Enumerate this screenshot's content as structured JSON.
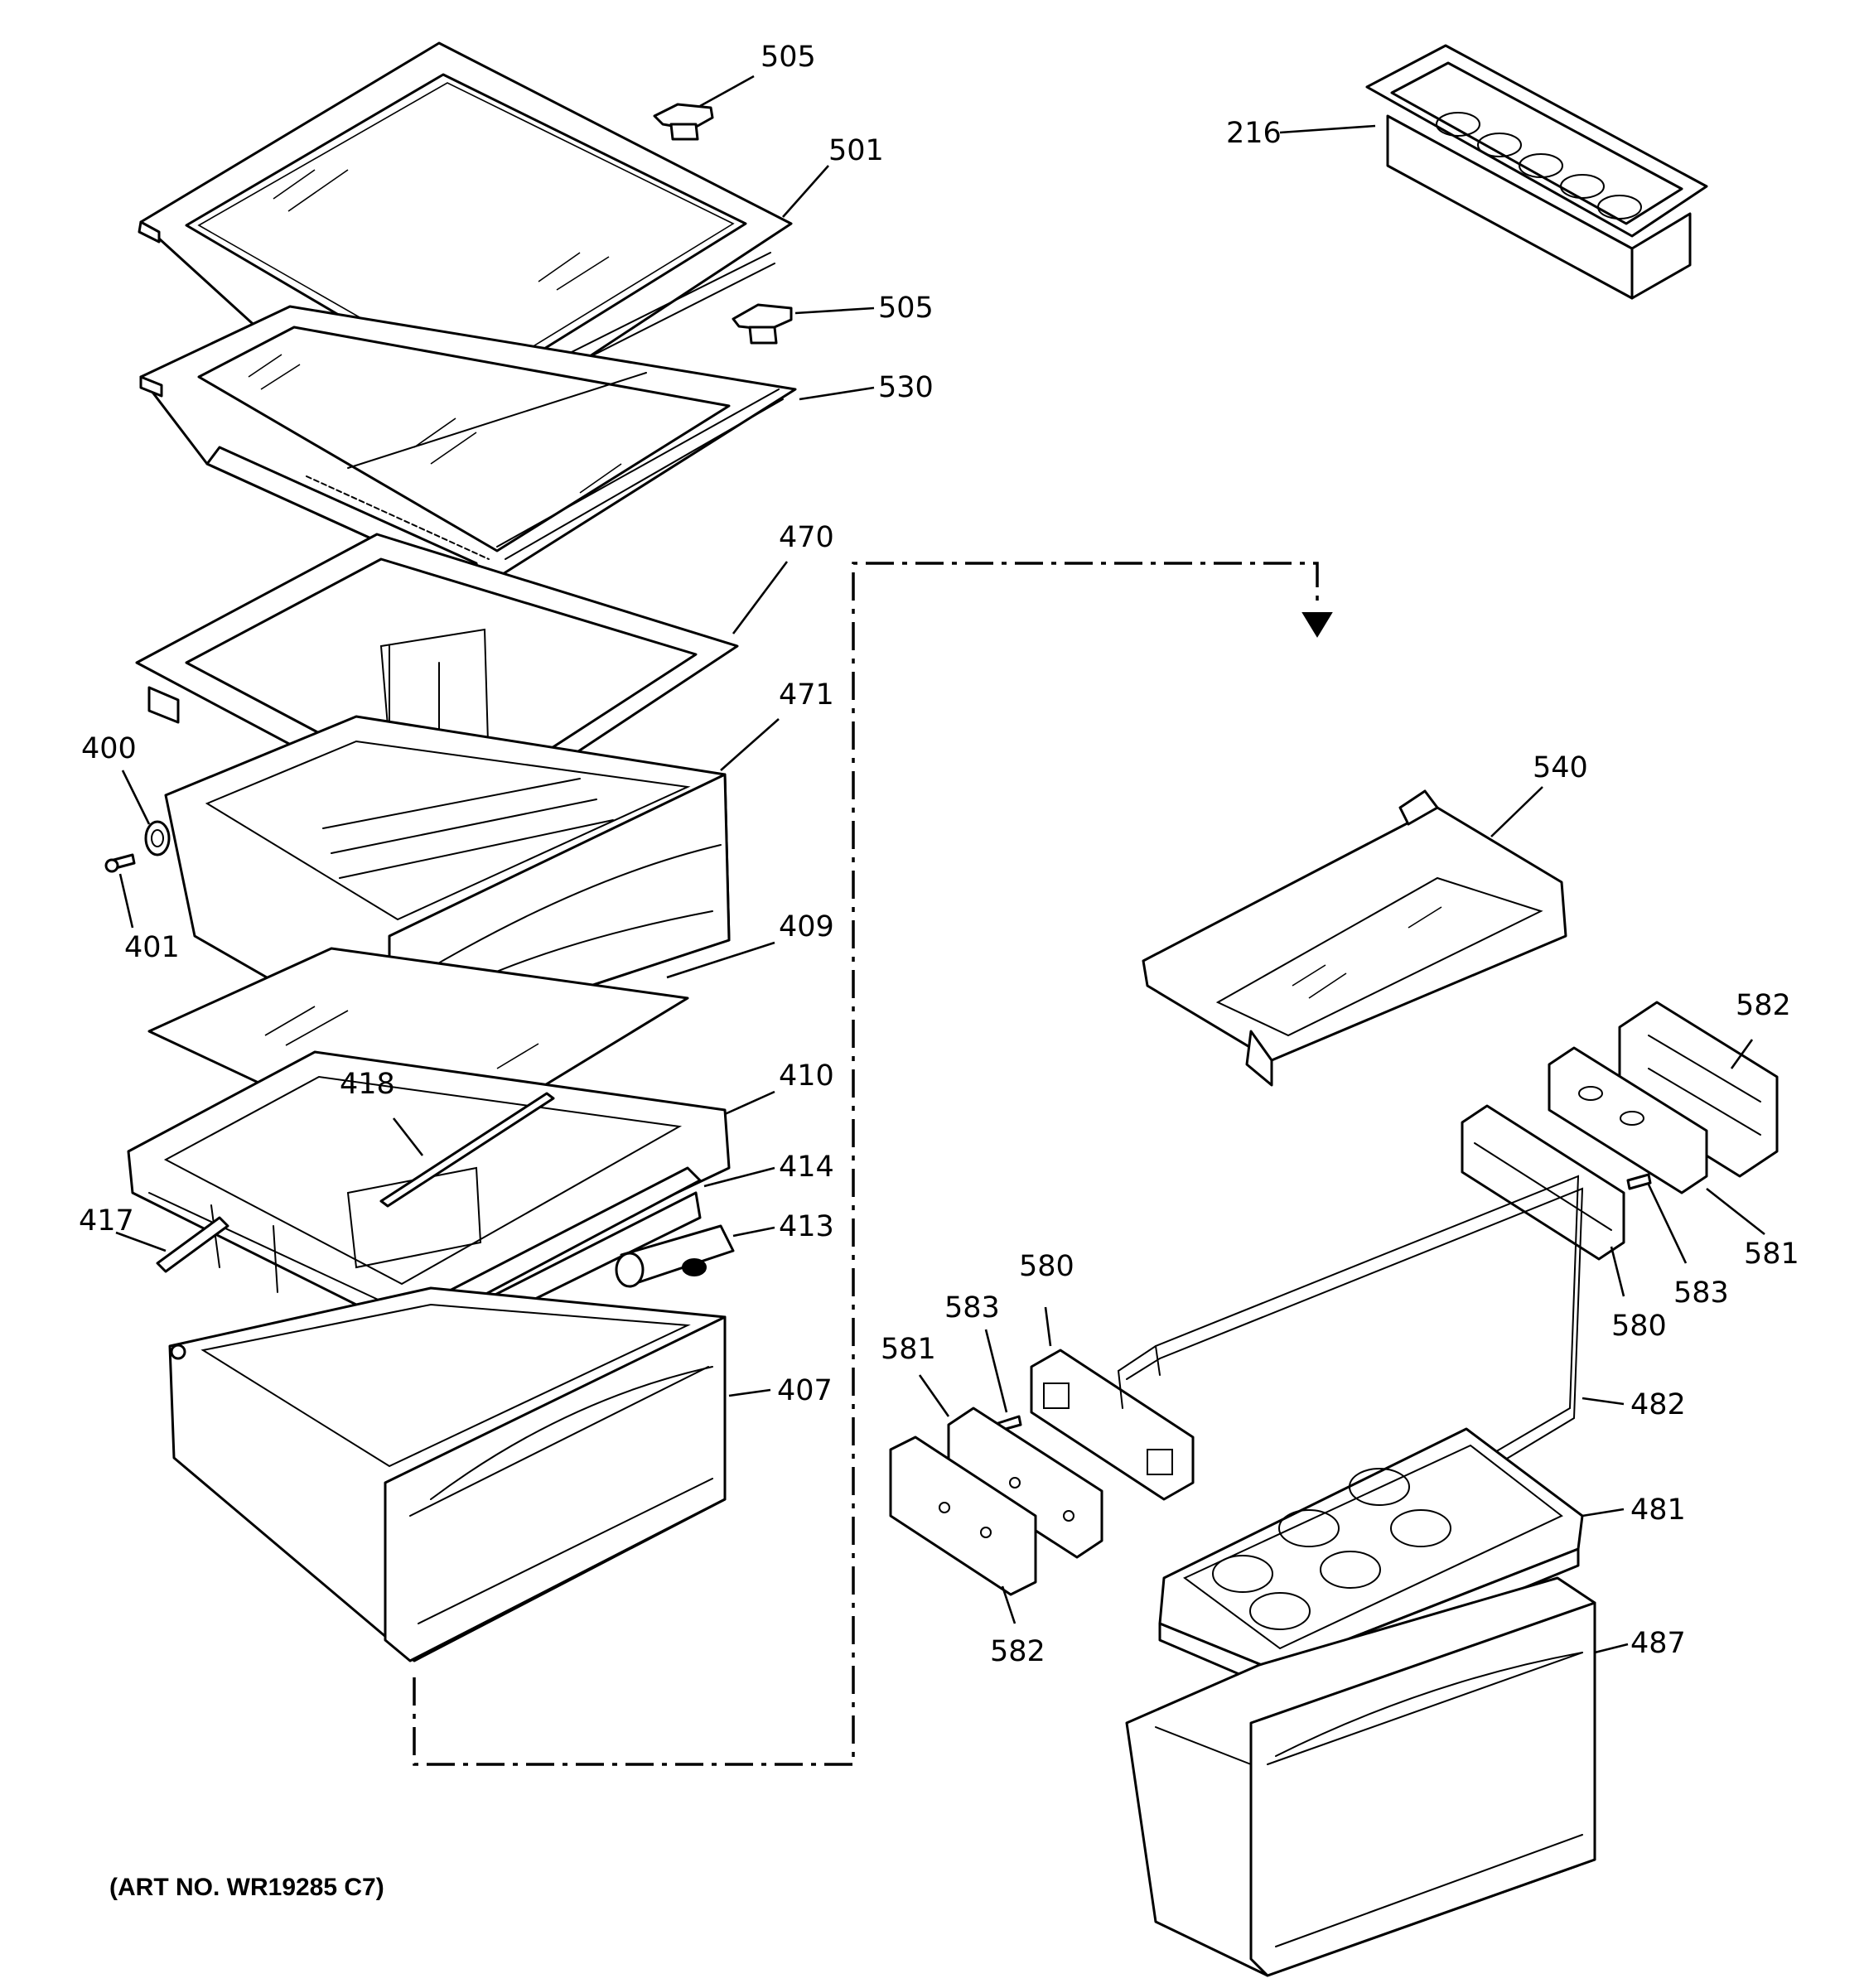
{
  "art_number": "(ART NO. WR19285 C7)",
  "callouts": [
    {
      "id": "505-top",
      "label": "505"
    },
    {
      "id": "501",
      "label": "501"
    },
    {
      "id": "505-mid",
      "label": "505"
    },
    {
      "id": "530",
      "label": "530"
    },
    {
      "id": "216",
      "label": "216"
    },
    {
      "id": "470",
      "label": "470"
    },
    {
      "id": "471",
      "label": "471"
    },
    {
      "id": "400",
      "label": "400"
    },
    {
      "id": "401",
      "label": "401"
    },
    {
      "id": "409",
      "label": "409"
    },
    {
      "id": "418",
      "label": "418"
    },
    {
      "id": "410",
      "label": "410"
    },
    {
      "id": "414",
      "label": "414"
    },
    {
      "id": "417",
      "label": "417"
    },
    {
      "id": "413",
      "label": "413"
    },
    {
      "id": "407",
      "label": "407"
    },
    {
      "id": "540",
      "label": "540"
    },
    {
      "id": "582-right",
      "label": "582"
    },
    {
      "id": "581-right",
      "label": "581"
    },
    {
      "id": "583-right",
      "label": "583"
    },
    {
      "id": "580-right",
      "label": "580"
    },
    {
      "id": "580-left",
      "label": "580"
    },
    {
      "id": "583-left",
      "label": "583"
    },
    {
      "id": "581-left",
      "label": "581"
    },
    {
      "id": "582-left",
      "label": "582"
    },
    {
      "id": "482",
      "label": "482"
    },
    {
      "id": "481",
      "label": "481"
    },
    {
      "id": "487",
      "label": "487"
    }
  ]
}
